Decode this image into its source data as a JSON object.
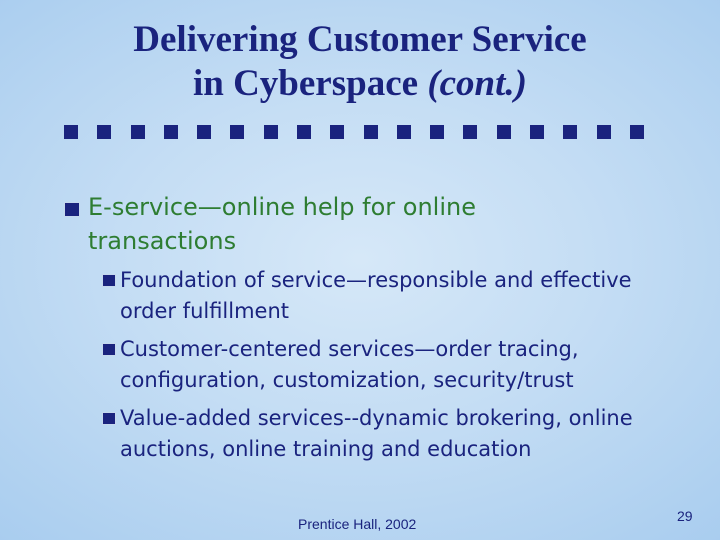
{
  "title": {
    "line1": "Delivering Customer Service",
    "line2": "in Cyberspace ",
    "line2_italic": "(cont.)"
  },
  "colors": {
    "title": "#1a237e",
    "level1_text": "#2e7d32",
    "level2_text": "#1a237e",
    "background": "#c4ddf4"
  },
  "bullets": {
    "main": "E-service—online help for online transactions",
    "sub": [
      "Foundation of service—responsible and effective order fulfillment",
      "Customer-centered services—order tracing, configuration, customization, security/trust",
      "Value-added services--dynamic brokering, online auctions, online training and education"
    ]
  },
  "footer": {
    "publisher": "Prentice Hall, 2002",
    "page_number": "29"
  }
}
